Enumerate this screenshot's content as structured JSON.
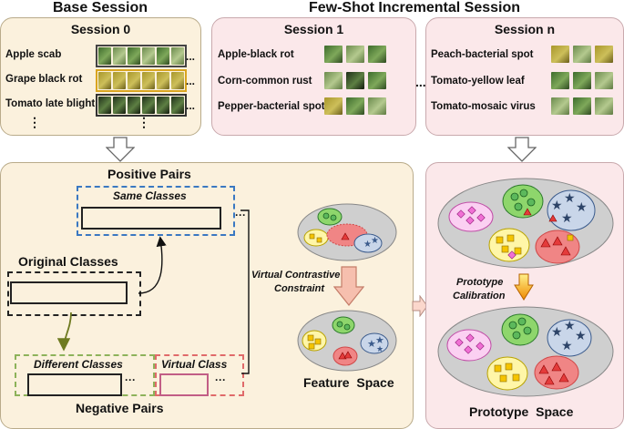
{
  "titles": {
    "base": "Base Session",
    "incremental": "Few-Shot Incremental Session"
  },
  "session0": {
    "title": "Session 0",
    "classes": [
      "Apple scab",
      "Grape black rot",
      "Tomato late blight"
    ],
    "ellipsis_v": "⋮",
    "ellipsis_h": "..."
  },
  "session1": {
    "title": "Session 1",
    "classes": [
      "Apple-black rot",
      "Corn-common rust",
      "Pepper-bacterial spot"
    ]
  },
  "session_n": {
    "title": "Session n",
    "classes": [
      "Peach-bacterial spot",
      "Tomato-yellow leaf",
      "Tomato-mosaic virus"
    ]
  },
  "between_sessions": "...",
  "left_panel": {
    "positive_pairs": "Positive Pairs",
    "same_classes": "Same Classes",
    "original_classes": "Original Classes",
    "different_classes": "Different Classes",
    "virtual_class": "Virtual Class",
    "negative_pairs": "Negative Pairs",
    "virtual_contrastive_line1": "Virtual Contrastive",
    "virtual_contrastive_line2": "Constraint",
    "feature_space": "Feature  Space",
    "dots": "···"
  },
  "right_panel": {
    "calibration_line1": "Prototype",
    "calibration_line2": "Calibration",
    "prototype_space": "Prototype  Space"
  },
  "colors": {
    "beige_bg": "#fbf1dd",
    "pink_bg": "#fbe8ea",
    "same_classes_border": "#3a78c2",
    "different_classes_border": "#8db25a",
    "virtual_class_border": "#e06a6a",
    "green_cluster": "#5cb85c",
    "pink_cluster": "#f06fd4",
    "yellow_cluster": "#f5c400",
    "red_cluster": "#e43b3b",
    "blue_cluster": "#3b5b8c"
  }
}
